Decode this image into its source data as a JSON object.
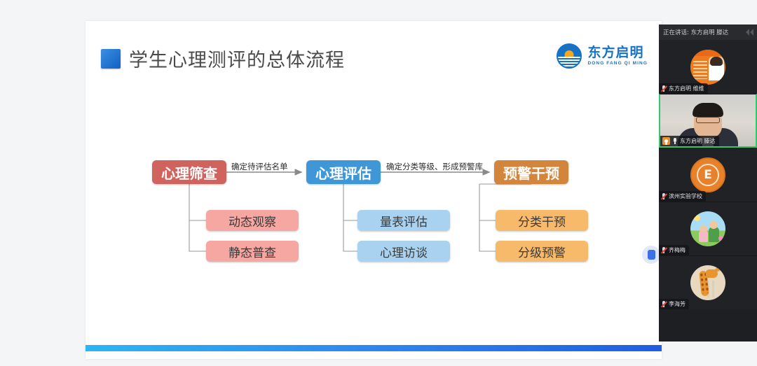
{
  "slide": {
    "title": "学生心理测评的总体流程",
    "logo": {
      "cn": "东方启明",
      "en": "DONG FANG QI MING"
    },
    "flow": {
      "primary": [
        {
          "id": "screen",
          "label": "心理筛查"
        },
        {
          "id": "assess",
          "label": "心理评估"
        },
        {
          "id": "warn",
          "label": "预警干预"
        }
      ],
      "connectors": [
        {
          "id": "c1",
          "label": "确定待评估名单"
        },
        {
          "id": "c2",
          "label": "确定分类等级、形成预警库"
        }
      ],
      "sub": [
        {
          "id": "dyn",
          "label": "动态观察"
        },
        {
          "id": "static",
          "label": "静态普查"
        },
        {
          "id": "scale",
          "label": "量表评估"
        },
        {
          "id": "inter",
          "label": "心理访谈"
        },
        {
          "id": "class",
          "label": "分类干预"
        },
        {
          "id": "grade",
          "label": "分级预警"
        }
      ]
    }
  },
  "sidebar": {
    "speaking": "正在讲话: 东方启明 滕达",
    "participants": [
      {
        "id": "p1",
        "name": "东方启明 维维",
        "mic": "muted",
        "host": false,
        "active": false
      },
      {
        "id": "p2",
        "name": "东方启明 滕达",
        "mic": "on",
        "host": true,
        "active": true
      },
      {
        "id": "p3",
        "name": "滨州实验学校",
        "mic": "muted",
        "host": false,
        "active": false
      },
      {
        "id": "p4",
        "name": "齐梅梅",
        "mic": "muted",
        "host": false,
        "active": false
      },
      {
        "id": "p5",
        "name": "李海芳",
        "mic": "muted",
        "host": false,
        "active": false
      }
    ]
  },
  "colors": {
    "node_screen": "#d1635f",
    "node_assess": "#3f97d8",
    "node_warn": "#d3853c",
    "sub_red": "#f6a7a2",
    "sub_blue": "#a8d2f0",
    "sub_orange": "#f7b96a",
    "active_speaker": "#35c66b",
    "brand_blue": "#1672c4"
  }
}
